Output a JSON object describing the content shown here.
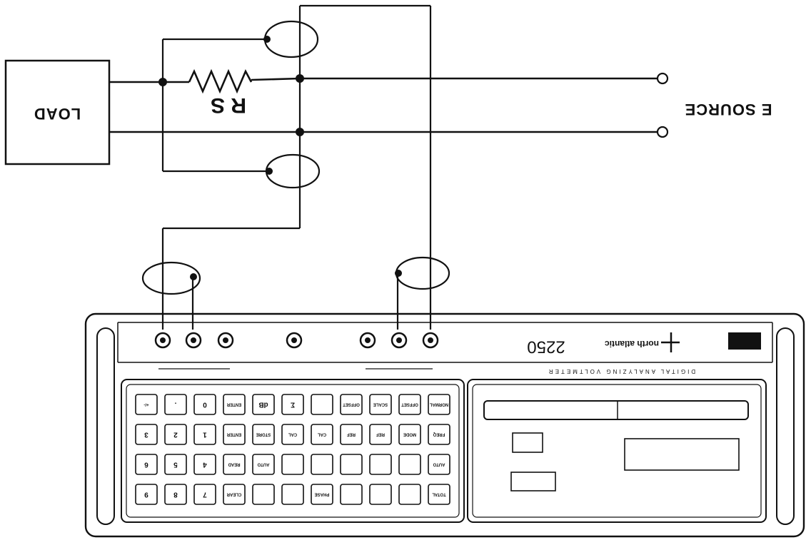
{
  "labels": {
    "load": "LOAD",
    "resistor": "R S",
    "source": "E SOURCE",
    "model": "2250",
    "brand": "north atlantic",
    "product_line": "DIGITAL ANALYZING VOLTMETER"
  },
  "keypad": {
    "rows": [
      [
        "+/-",
        ".",
        "0",
        "ENTER",
        "dB",
        "Σ",
        "",
        "OFFSET",
        "SCALE",
        "OFFSET",
        "NORMAL"
      ],
      [
        "3",
        "2",
        "1",
        "ENTER",
        "STORE",
        "CAL",
        "CAL",
        "REF",
        "REF",
        "MODE",
        "FREQ"
      ],
      [
        "6",
        "5",
        "4",
        "READ",
        "AUTO",
        "",
        "",
        "",
        "",
        "",
        "AUTO"
      ],
      [
        "9",
        "8",
        "7",
        "CLEAR",
        "",
        "",
        "PHASE",
        "",
        "",
        "",
        "TOTAL"
      ]
    ]
  }
}
